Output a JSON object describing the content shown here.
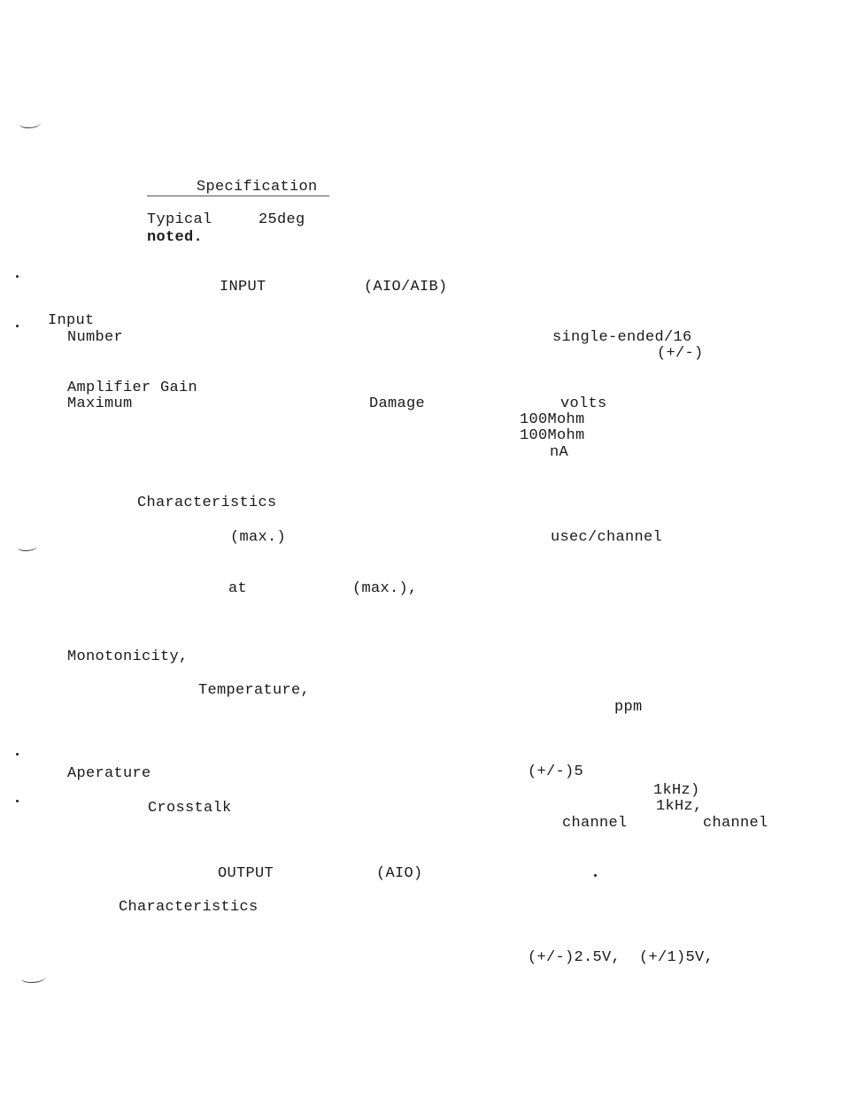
{
  "heading": {
    "title": "Specification",
    "note_a": "Typical",
    "note_b": "25deg",
    "note_c": "noted."
  },
  "analog_input": {
    "header_a": "INPUT",
    "header_b": "(AIO/AIB)",
    "input": "Input",
    "number": "Number",
    "gain": "Amplifier Gain",
    "maximum": "Maximum",
    "damage": "Damage",
    "channels": "single-ended/16",
    "range": "(+/-)",
    "volts": "volts",
    "imp_1": "100Mohm",
    "imp_2": "100Mohm",
    "bias": "nA"
  },
  "characteristics_1": {
    "label": "Characteristics",
    "max_1": "(max.)",
    "conv": "usec/channel",
    "at": "at",
    "max_2": "(max.),",
    "monotonicity": "Monotonicity,",
    "temperature": "Temperature,",
    "ppm": "ppm",
    "aperture": "Aperature",
    "aperture_val": "(+/-)5",
    "crosstalk": "Crosstalk",
    "freq_1": "1kHz)",
    "freq_2": "1kHz,",
    "chan_1": "channel",
    "chan_2": "channel"
  },
  "analog_output": {
    "header_a": "OUTPUT",
    "header_b": "(AIO)",
    "label": "Characteristics",
    "ranges": "(+/-)2.5V,",
    "ranges_b": "(+/1)5V,"
  }
}
